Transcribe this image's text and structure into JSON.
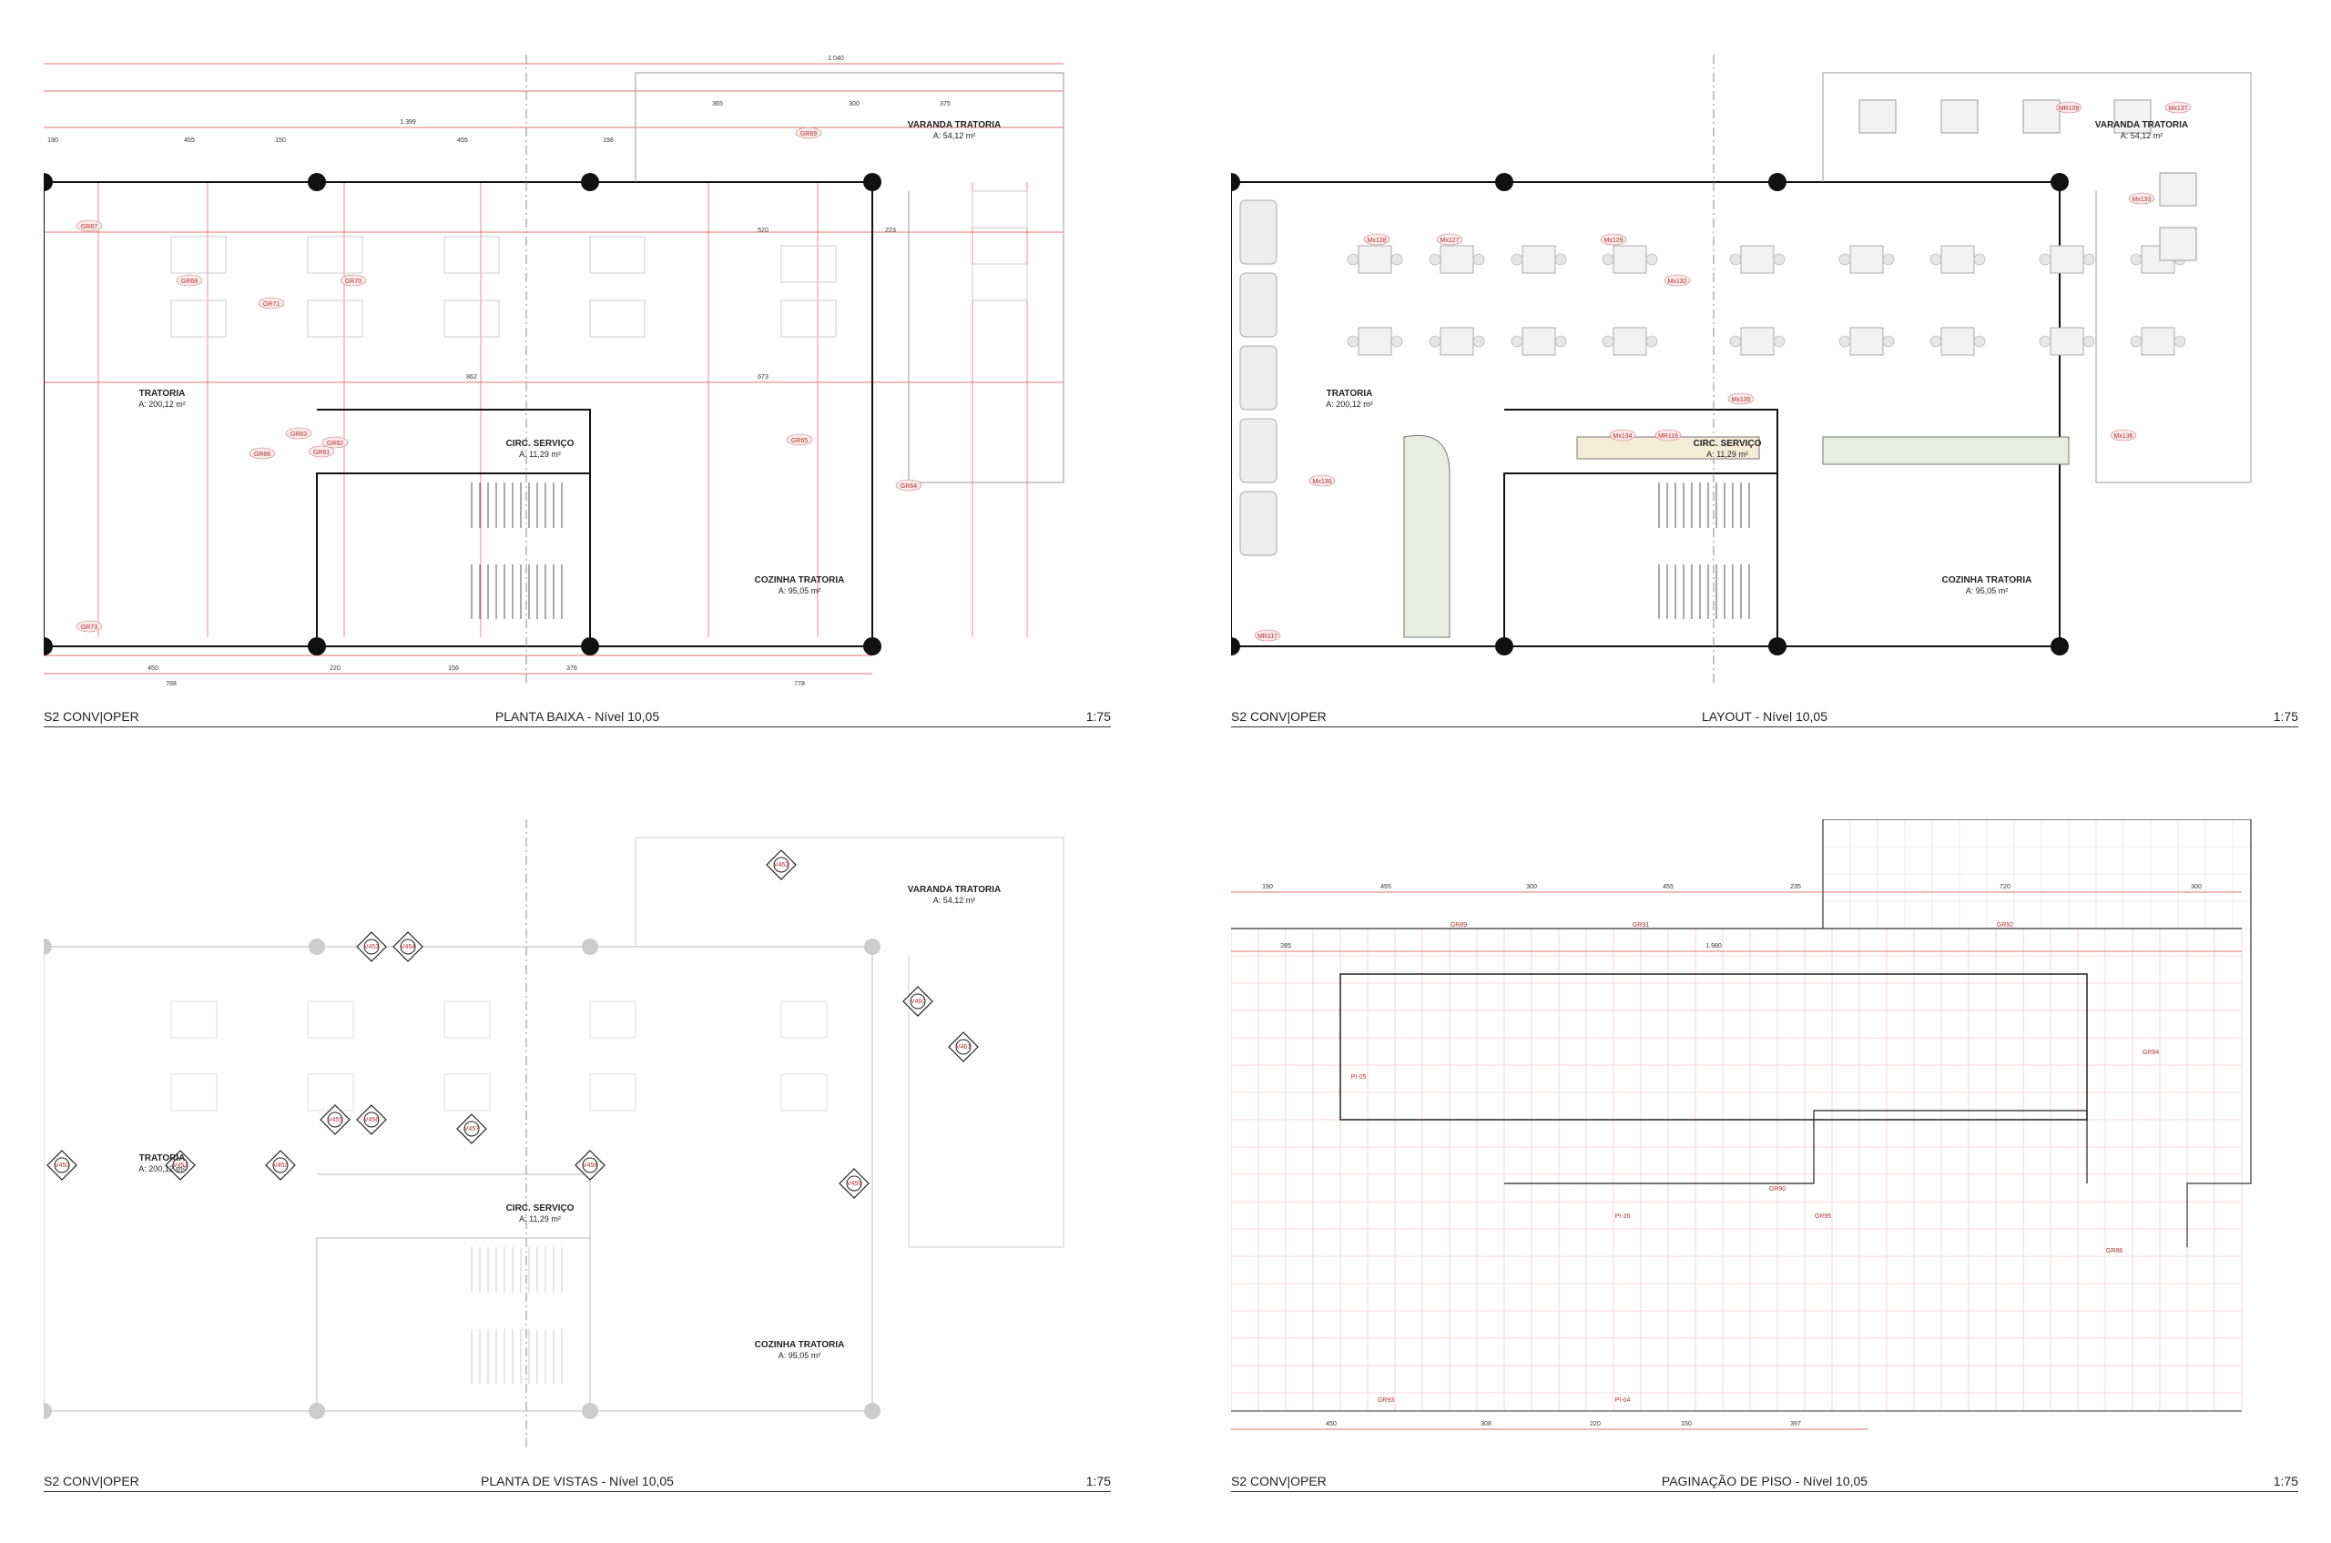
{
  "sheets": [
    {
      "left": "S2 CONV|OPER",
      "title": "PLANTA BAIXA - Nível 10,05",
      "scale": "1:75",
      "rooms": [
        {
          "name": "TRATORIA",
          "area": "A: 200,12 m²"
        },
        {
          "name": "CIRC. SERVIÇO",
          "area": "A: 11,29 m²"
        },
        {
          "name": "VARANDA TRATORIA",
          "area": "A: 54,12 m²"
        },
        {
          "name": "COZINHA TRATORIA",
          "area": "A: 95,05 m²"
        }
      ],
      "tags": [
        "GR67",
        "GR68",
        "GR70",
        "GR71",
        "GR66",
        "GR65",
        "GR62",
        "GR63",
        "GR64",
        "GR69",
        "GR73",
        "GR61"
      ],
      "dims": [
        "1.399",
        "1.040",
        "190",
        "455",
        "150",
        "455",
        "198",
        "365",
        "300",
        "375",
        "520",
        "223",
        "862",
        "673",
        "450",
        "220",
        "156",
        "376",
        "778",
        "788"
      ]
    },
    {
      "left": "S2 CONV|OPER",
      "title": "LAYOUT - Nível 10,05",
      "scale": "1:75",
      "rooms": [
        {
          "name": "TRATORIA",
          "area": "A: 200,12 m²"
        },
        {
          "name": "CIRC. SERVIÇO",
          "area": "A: 11,29 m²"
        },
        {
          "name": "VARANDA TRATORIA",
          "area": "A: 54,12 m²"
        },
        {
          "name": "COZINHA TRATORIA",
          "area": "A: 95,05 m²"
        }
      ],
      "tags": [
        "Mx127",
        "Mx128",
        "Mx129",
        "Mx130",
        "Mx132",
        "Mx133",
        "Mx134",
        "Mx135",
        "Mx136",
        "Mx137",
        "MR109",
        "MR116",
        "MR117"
      ],
      "dims": []
    },
    {
      "left": "S2 CONV|OPER",
      "title": "PLANTA DE VISTAS - Nível 10,05",
      "scale": "1:75",
      "rooms": [
        {
          "name": "TRATORIA",
          "area": "A: 200,12 m²"
        },
        {
          "name": "CIRC. SERVIÇO",
          "area": "A: 11,29 m²"
        },
        {
          "name": "VARANDA TRATORIA",
          "area": "A: 54,12 m²"
        },
        {
          "name": "COZINHA TRATORIA",
          "area": "A: 95,05 m²"
        }
      ],
      "tags": [
        "V450",
        "V451",
        "V452",
        "V453",
        "V454",
        "V455",
        "V456",
        "V457",
        "V458",
        "V459",
        "V460",
        "V461",
        "V462"
      ],
      "dims": []
    },
    {
      "left": "S2 CONV|OPER",
      "title": "PAGINAÇÃO DE PISO - Nível 10,05",
      "scale": "1:75",
      "rooms": [],
      "tags": [
        "GR89",
        "GR91",
        "GR92",
        "GR94",
        "GR95",
        "GR90",
        "GR88",
        "GR93",
        "PI-04",
        "PI-05",
        "PI-26"
      ],
      "dims": [
        "190",
        "455",
        "300",
        "455",
        "235",
        "720",
        "300",
        "1.980",
        "285",
        "450",
        "308",
        "220",
        "150",
        "397"
      ]
    }
  ]
}
